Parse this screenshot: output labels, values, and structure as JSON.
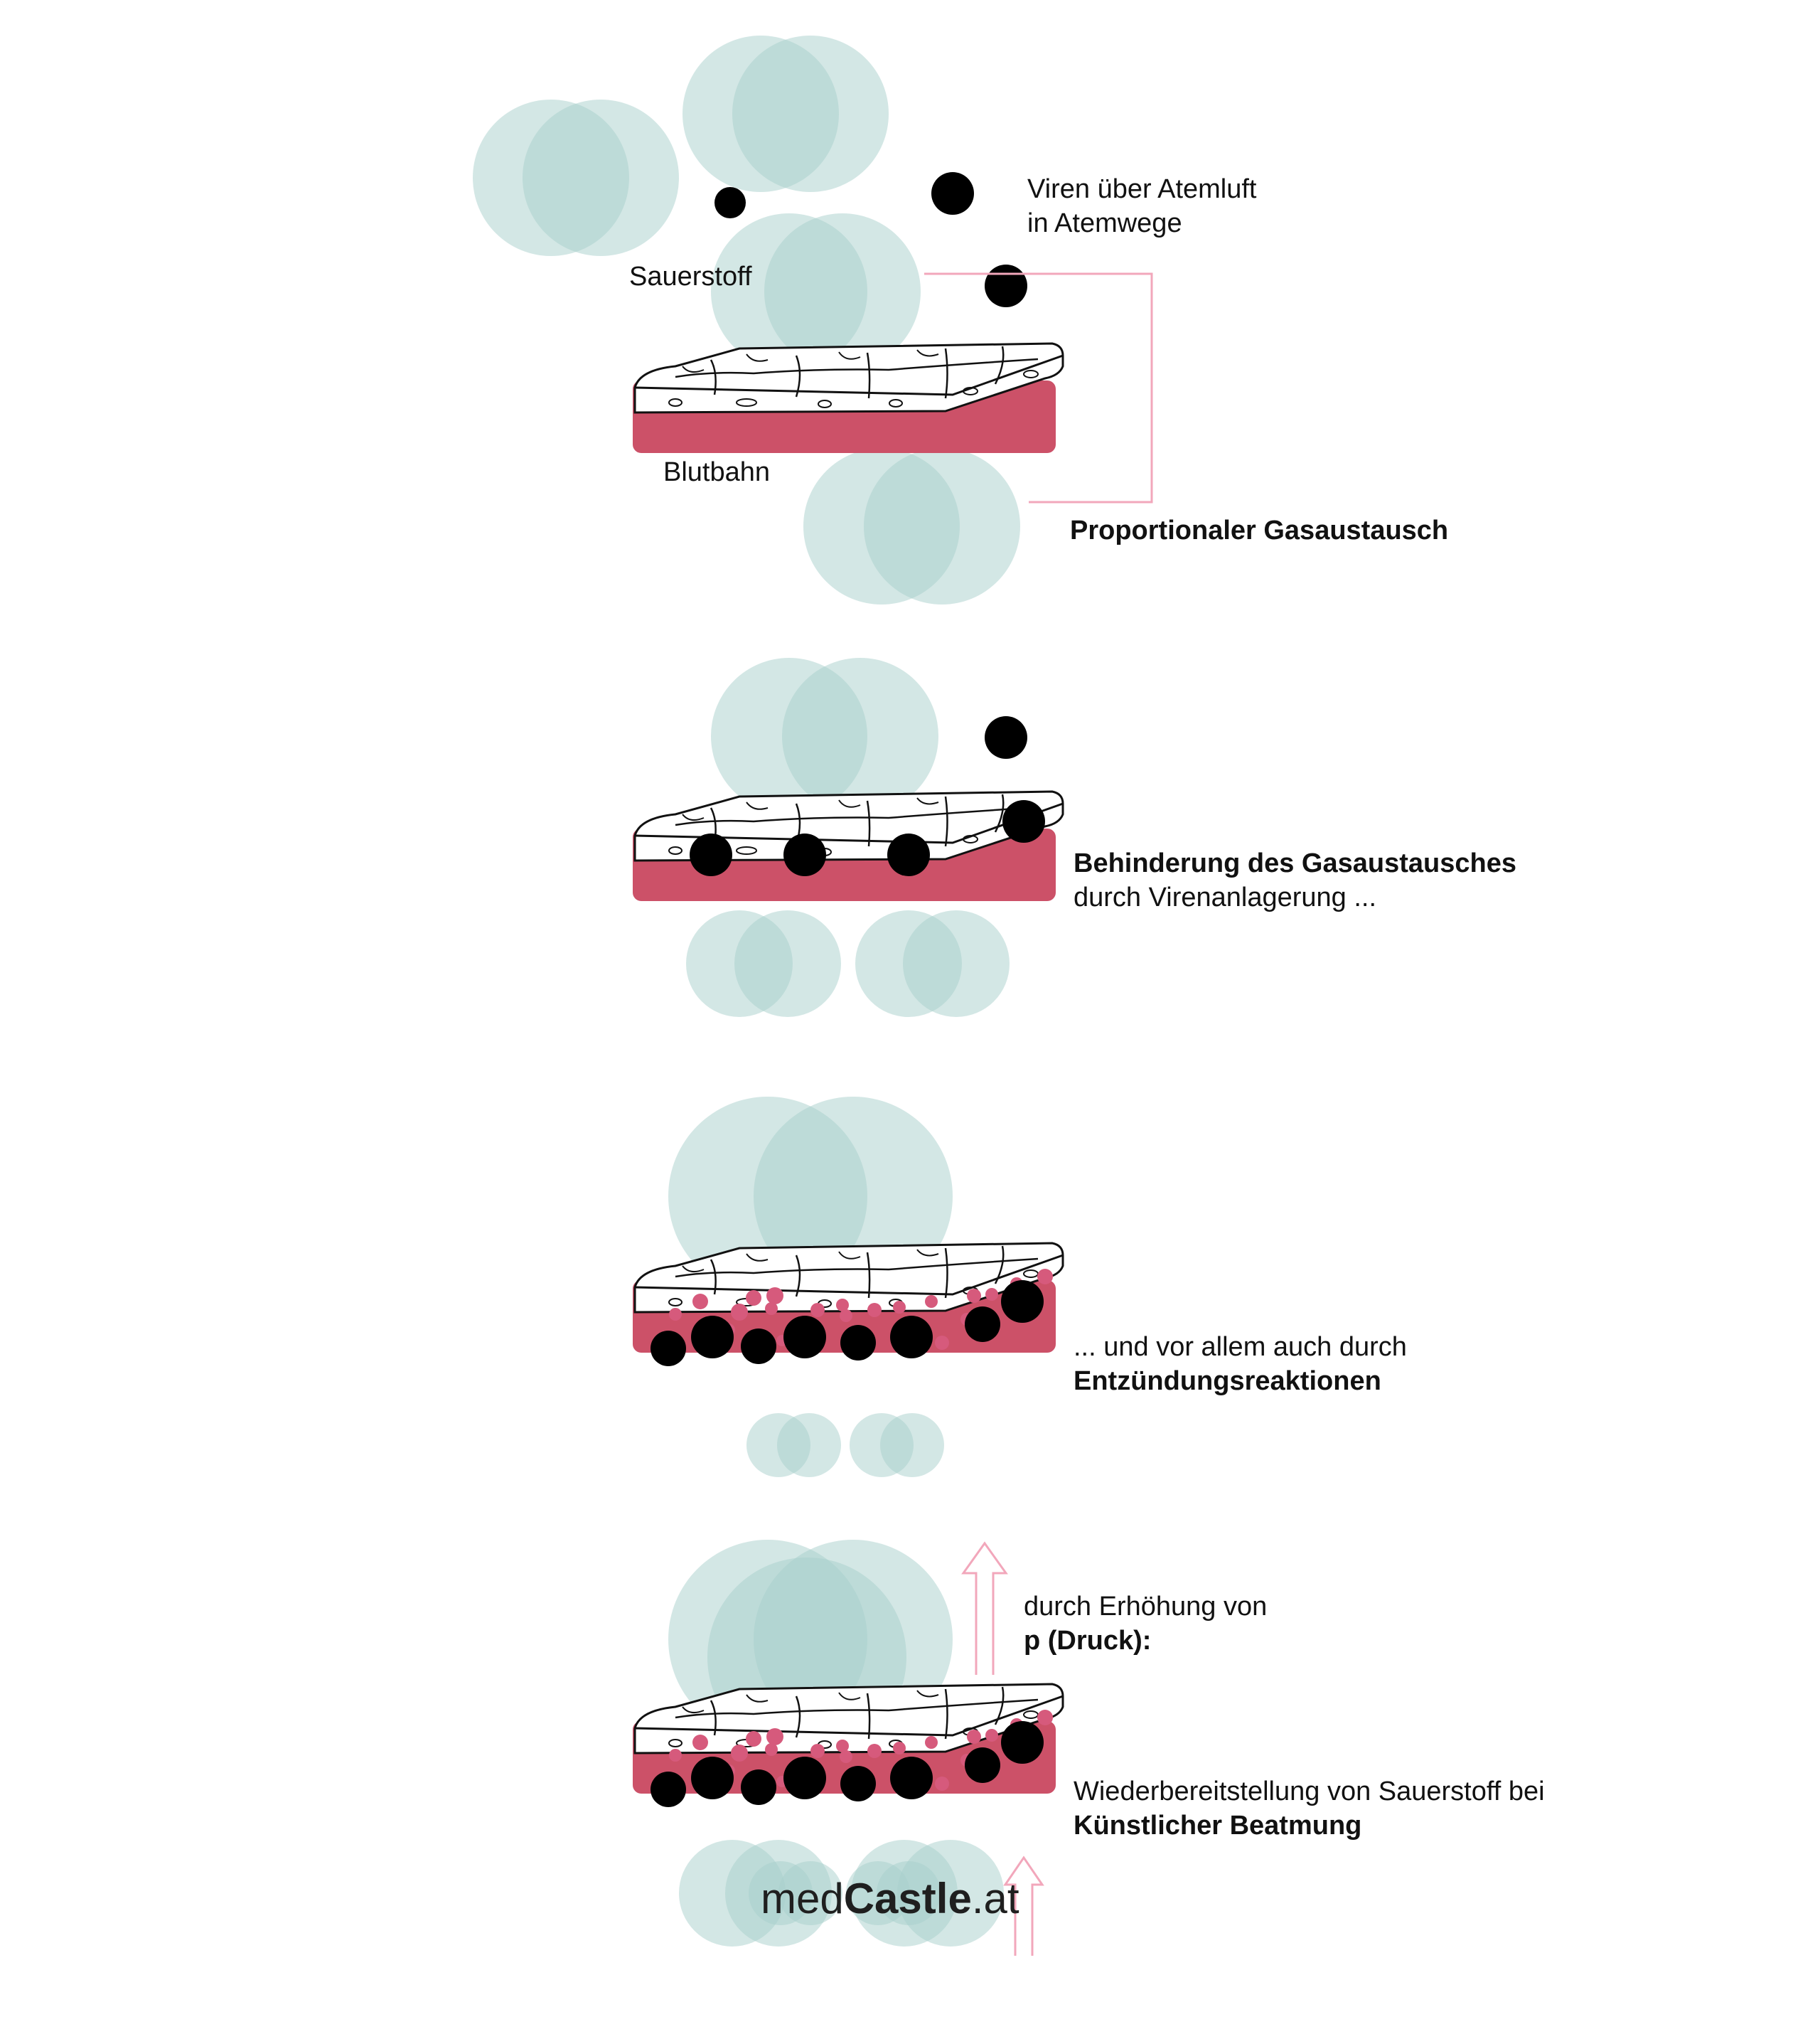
{
  "colors": {
    "oxygen": "#a8cfcb",
    "blood": "#cc5168",
    "virus": "#000000",
    "inflammation": "#d65a7c",
    "arrow": "#f2a7bb"
  },
  "panel1": {
    "oxygen_label": "Sauerstoff",
    "virus_label_line1": "Viren über Atemluft",
    "virus_label_line2": "in Atemwege",
    "blood_label": "Blutbahn",
    "caption": "Proportionaler Gasaustausch"
  },
  "panel2": {
    "caption_bold": "Behinderung des Gasaustausches",
    "caption_rest": "durch Virenanlagerung ..."
  },
  "panel3": {
    "caption_line1": "... und vor allem auch durch",
    "caption_bold": "Entzündungsreaktionen"
  },
  "panel4": {
    "pressure_line1": "durch Erhöhung von",
    "pressure_bold": "p (Druck):",
    "caption_line1": "Wiederbereitstellung von Sauerstoff bei",
    "caption_bold": "Künstlicher Beatmung"
  },
  "logo": {
    "part1": "med",
    "part2": "Castle",
    "part3": ".at"
  }
}
